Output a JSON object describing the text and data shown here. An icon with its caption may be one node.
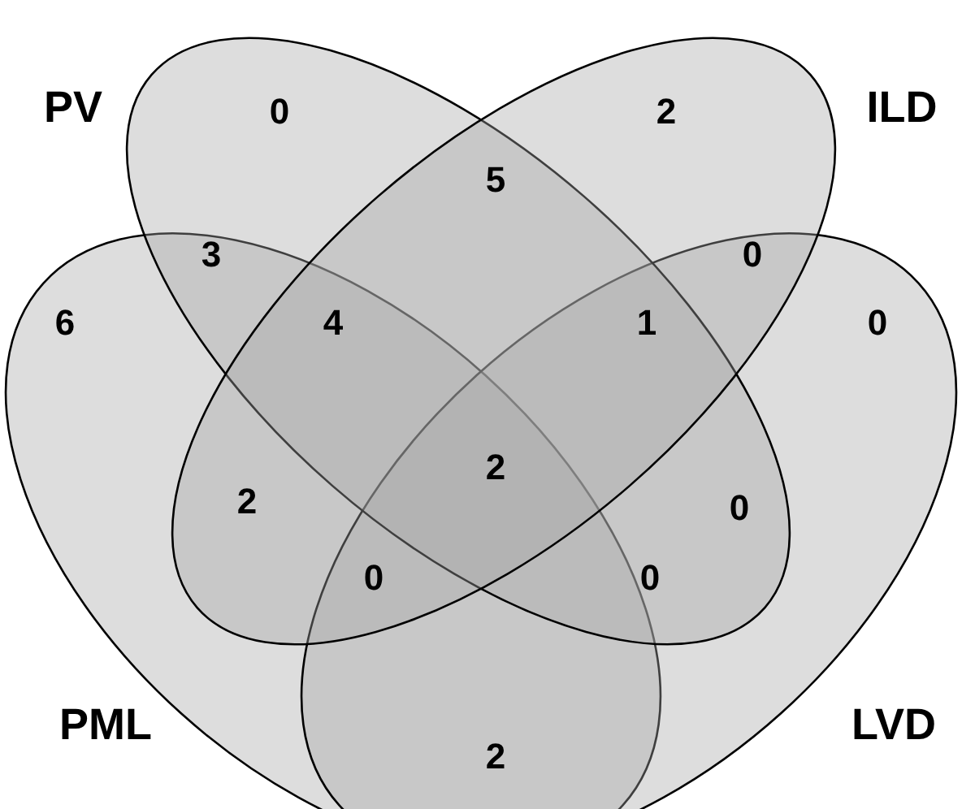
{
  "diagram": {
    "nodes": [
      {
        "text": [
          "PV"
        ]
      },
      {
        "text": [
          "ILD"
        ]
      },
      {
        "text": [
          "PML"
        ]
      },
      {
        "text": [
          "LVD"
        ]
      }
    ],
    "labels": [
      "0",
      "2",
      "5",
      "3",
      "0",
      "6",
      "4",
      "1",
      "0",
      "2",
      "2",
      "0",
      "0",
      "0",
      "2"
    ]
  }
}
